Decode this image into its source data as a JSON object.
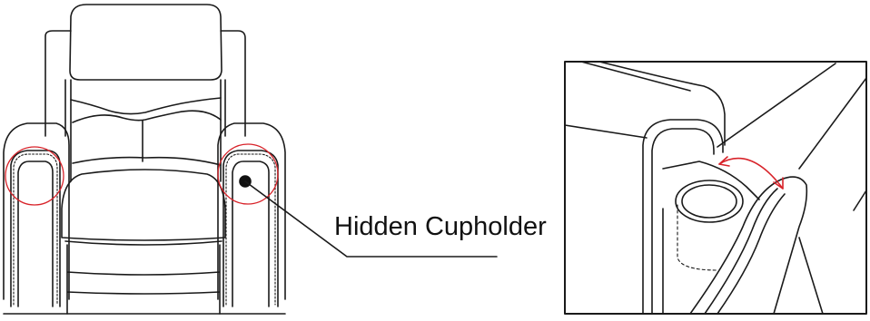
{
  "figure": {
    "callout": {
      "label": "Hidden Cupholder"
    },
    "colors": {
      "line": "#1a1a1a",
      "highlight": "#d8232a",
      "background": "#ffffff"
    },
    "icons": [
      "recliner-chair-front-view",
      "cupholder-closeup-view",
      "rotation-arrow-icon",
      "callout-dot-icon"
    ]
  }
}
